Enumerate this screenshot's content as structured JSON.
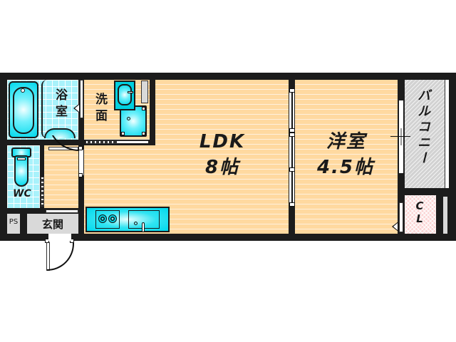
{
  "floorplan": {
    "rooms": {
      "bath": {
        "label": "浴室"
      },
      "washroom": {
        "label": "洗面"
      },
      "wc": {
        "label": "WC"
      },
      "ps": {
        "label": "PS"
      },
      "entrance": {
        "label": "玄関"
      },
      "ldk": {
        "name": "LDK",
        "size": "8帖"
      },
      "western": {
        "name": "洋室",
        "size": "4.5帖"
      },
      "balcony": {
        "label": "バルコニー"
      },
      "closet": {
        "label_line1": "C",
        "label_line2": "L"
      }
    },
    "colors": {
      "wall": "#1c1c1c",
      "wood_floor": "#ffd9a0",
      "tile_floor": "#a8f2fb",
      "fixture_cyan": "#00d8ec",
      "balcony_gray": "#d2d2d2",
      "closet_pink": "#fbd6d6",
      "entrance_gray": "#d9d9d9"
    }
  }
}
